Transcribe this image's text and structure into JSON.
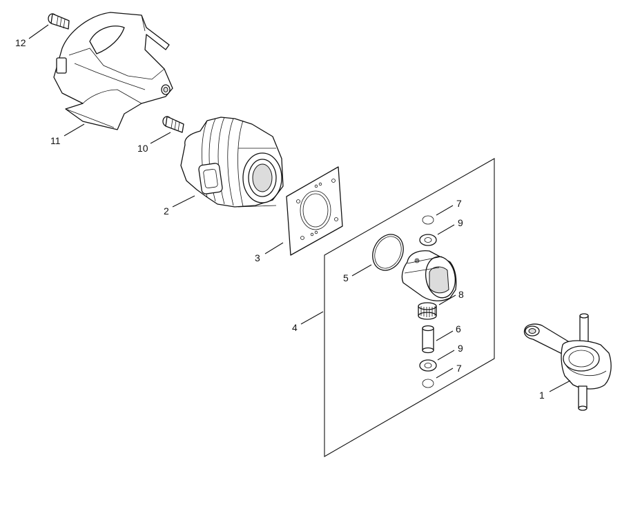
{
  "diagram": {
    "callouts": {
      "c1": "1",
      "c2": "2",
      "c3": "3",
      "c4": "4",
      "c5": "5",
      "c6": "6",
      "c7a": "7",
      "c7b": "7",
      "c8": "8",
      "c9a": "9",
      "c9b": "9",
      "c10": "10",
      "c11": "11",
      "c12": "12"
    }
  }
}
